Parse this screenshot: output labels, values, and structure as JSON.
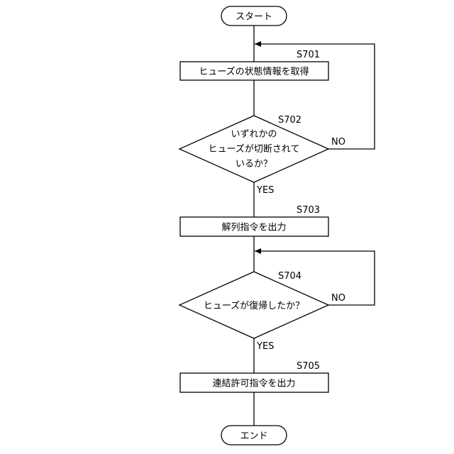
{
  "terminals": {
    "start": "スタート",
    "end": "エンド"
  },
  "steps": {
    "s701": {
      "id": "S701",
      "text": "ヒューズの状態情報を取得"
    },
    "s702": {
      "id": "S702",
      "lines": [
        "いずれかの",
        "ヒューズが切断されて",
        "いるか？"
      ]
    },
    "s703": {
      "id": "S703",
      "text": "解列指令を出力"
    },
    "s704": {
      "id": "S704",
      "text": "ヒューズが復帰したか？"
    },
    "s705": {
      "id": "S705",
      "text": "連結許可指令を出力"
    }
  },
  "branches": {
    "s702_yes": "YES",
    "s702_no": "NO",
    "s704_yes": "YES",
    "s704_no": "NO"
  }
}
